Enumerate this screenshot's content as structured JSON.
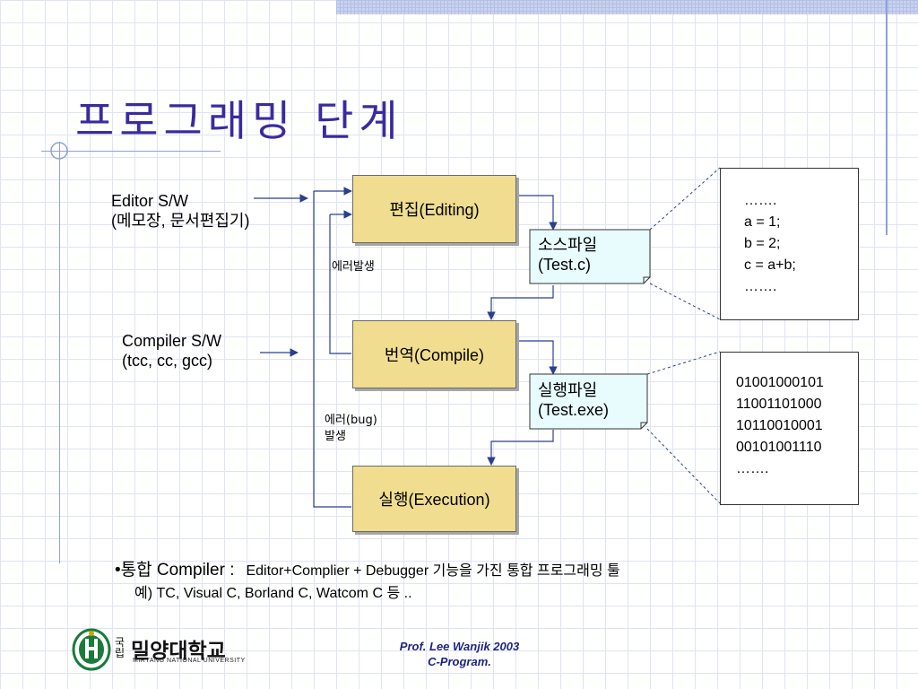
{
  "slide": {
    "title": "프로그래밍 단계"
  },
  "left_labels": {
    "editor_line1": "Editor S/W",
    "editor_line2": "(메모장, 문서편집기)",
    "compiler_line1": "Compiler S/W",
    "compiler_line2": "(tcc, cc, gcc)"
  },
  "steps": {
    "editing": "편집(Editing)",
    "compile": "번역(Compile)",
    "execution": "실행(Execution)"
  },
  "files": {
    "source_line1": "소스파일",
    "source_line2": "(Test.c)",
    "exe_line1": "실행파일",
    "exe_line2": "(Test.exe)"
  },
  "errors": {
    "edit_error": "에러발생",
    "bug_line1": "에러(bug)",
    "bug_line2": "발생"
  },
  "source_code": [
    "…….",
    "a = 1;",
    "b = 2;",
    "c = a+b;",
    "……."
  ],
  "binary_code": [
    "01001000101",
    "11001101000",
    "10110010001",
    "00101001110",
    "……."
  ],
  "bullet": {
    "line1_prefix": "•통합 Compiler :",
    "line1_rest": "Editor+Complier + Debugger 기능을 가진 통합 프로그래밍 툴",
    "line2": "예) TC, Visual C, Borland C, Watcom C 등 .."
  },
  "logo": {
    "school_name": "밀양대학교",
    "school_prefix_1": "국",
    "school_prefix_2": "립",
    "school_english": "MIRYANG NATIONAL UNIVERSITY"
  },
  "footer": {
    "line1": "Prof. Lee Wanjik 2003",
    "line2": "C-Program."
  },
  "colors": {
    "title": "#3a2aa0",
    "step_box": "#f0dd8f",
    "file_box": "#e8fbfd",
    "footer": "#1f2580",
    "accent_lines": "#8ea0d6",
    "logo_green": "#1c7a3a"
  }
}
